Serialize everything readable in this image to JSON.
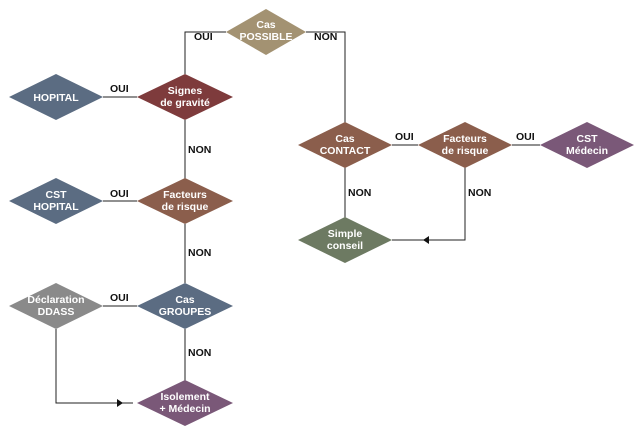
{
  "colors": {
    "tan": "#a39272",
    "darkred": "#7e3b3c",
    "brown": "#8b5e4c",
    "blue": "#5b6c82",
    "green": "#6d7a62",
    "gray": "#8a8a8a",
    "purple": "#7a5878"
  },
  "nodes": {
    "cas_possible": {
      "line1": "Cas",
      "line2": "POSSIBLE"
    },
    "signes_gravite": {
      "line1": "Signes",
      "line2": "de gravité"
    },
    "hopital": {
      "line1": "HOPITAL",
      "line2": ""
    },
    "facteurs_risque_left": {
      "line1": "Facteurs",
      "line2": "de risque"
    },
    "cst_hopital": {
      "line1": "CST",
      "line2": "HOPITAL"
    },
    "cas_groupes": {
      "line1": "Cas",
      "line2": "GROUPES"
    },
    "declaration_ddass": {
      "line1": "Déclaration",
      "line2": "DDASS"
    },
    "isolement_medecin": {
      "line1": "Isolement",
      "line2": "+ Médecin"
    },
    "cas_contact": {
      "line1": "Cas",
      "line2": "CONTACT"
    },
    "facteurs_risque_right": {
      "line1": "Facteurs",
      "line2": "de risque"
    },
    "cst_medecin": {
      "line1": "CST",
      "line2": "Médecin"
    },
    "simple_conseil": {
      "line1": "Simple",
      "line2": "conseil"
    }
  },
  "edges": {
    "possible_oui": "OUI",
    "possible_non": "NON",
    "signes_oui": "OUI",
    "signes_non": "NON",
    "facteurs_left_oui": "OUI",
    "facteurs_left_non": "NON",
    "groupes_oui": "OUI",
    "groupes_non": "NON",
    "contact_oui": "OUI",
    "contact_non": "NON",
    "facteurs_right_oui": "OUI",
    "facteurs_right_non": "NON"
  }
}
